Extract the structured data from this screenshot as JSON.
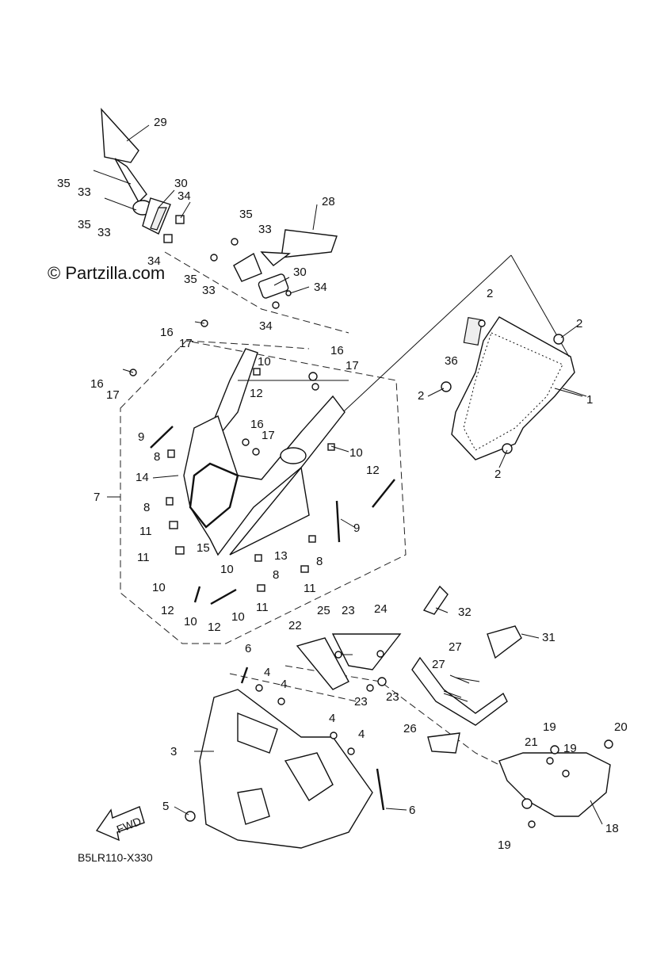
{
  "watermark": "© Partzilla.com",
  "diagram_code": "B5LR110-X330",
  "fwd_label": "FWD",
  "callouts": [
    {
      "id": "c29",
      "text": "29"
    },
    {
      "id": "c35a",
      "text": "35"
    },
    {
      "id": "c33a",
      "text": "33"
    },
    {
      "id": "c30a",
      "text": "30"
    },
    {
      "id": "c34a",
      "text": "34"
    },
    {
      "id": "c35b",
      "text": "35"
    },
    {
      "id": "c33b",
      "text": "33"
    },
    {
      "id": "c34b",
      "text": "34"
    },
    {
      "id": "c28",
      "text": "28"
    },
    {
      "id": "c35c",
      "text": "35"
    },
    {
      "id": "c33c",
      "text": "33"
    },
    {
      "id": "c35d",
      "text": "35"
    },
    {
      "id": "c33d",
      "text": "33"
    },
    {
      "id": "c30b",
      "text": "30"
    },
    {
      "id": "c34c",
      "text": "34"
    },
    {
      "id": "c34d",
      "text": "34"
    },
    {
      "id": "c2a",
      "text": "2"
    },
    {
      "id": "c2b",
      "text": "2"
    },
    {
      "id": "c36",
      "text": "36"
    },
    {
      "id": "c1",
      "text": "1"
    },
    {
      "id": "c2c",
      "text": "2"
    },
    {
      "id": "c2d",
      "text": "2"
    },
    {
      "id": "c16a",
      "text": "16"
    },
    {
      "id": "c17a",
      "text": "17"
    },
    {
      "id": "c10a",
      "text": "10"
    },
    {
      "id": "c16b",
      "text": "16"
    },
    {
      "id": "c17b",
      "text": "17"
    },
    {
      "id": "c12a",
      "text": "12"
    },
    {
      "id": "c16c",
      "text": "16"
    },
    {
      "id": "c17c",
      "text": "17"
    },
    {
      "id": "c16d",
      "text": "16"
    },
    {
      "id": "c17d",
      "text": "17"
    },
    {
      "id": "c10b",
      "text": "10"
    },
    {
      "id": "c9a",
      "text": "9"
    },
    {
      "id": "c8a",
      "text": "8"
    },
    {
      "id": "c14",
      "text": "14"
    },
    {
      "id": "c7",
      "text": "7"
    },
    {
      "id": "c8b",
      "text": "8"
    },
    {
      "id": "c11a",
      "text": "11"
    },
    {
      "id": "c15",
      "text": "15"
    },
    {
      "id": "c11b",
      "text": "11"
    },
    {
      "id": "c12b",
      "text": "12"
    },
    {
      "id": "c9b",
      "text": "9"
    },
    {
      "id": "c13",
      "text": "13"
    },
    {
      "id": "c8c",
      "text": "8"
    },
    {
      "id": "c8d",
      "text": "8"
    },
    {
      "id": "c10c",
      "text": "10"
    },
    {
      "id": "c10d",
      "text": "10"
    },
    {
      "id": "c11c",
      "text": "11"
    },
    {
      "id": "c11d",
      "text": "11"
    },
    {
      "id": "c12c",
      "text": "12"
    },
    {
      "id": "c10e",
      "text": "10"
    },
    {
      "id": "c12d",
      "text": "12"
    },
    {
      "id": "c10f",
      "text": "10"
    },
    {
      "id": "c32",
      "text": "32"
    },
    {
      "id": "c31",
      "text": "31"
    },
    {
      "id": "c25",
      "text": "25"
    },
    {
      "id": "c23a",
      "text": "23"
    },
    {
      "id": "c24",
      "text": "24"
    },
    {
      "id": "c22",
      "text": "22"
    },
    {
      "id": "c6a",
      "text": "6"
    },
    {
      "id": "c4a",
      "text": "4"
    },
    {
      "id": "c4b",
      "text": "4"
    },
    {
      "id": "c23b",
      "text": "23"
    },
    {
      "id": "c23c",
      "text": "23"
    },
    {
      "id": "c27a",
      "text": "27"
    },
    {
      "id": "c27b",
      "text": "27"
    },
    {
      "id": "c26",
      "text": "26"
    },
    {
      "id": "c19a",
      "text": "19"
    },
    {
      "id": "c20",
      "text": "20"
    },
    {
      "id": "c21",
      "text": "21"
    },
    {
      "id": "c19b",
      "text": "19"
    },
    {
      "id": "c3",
      "text": "3"
    },
    {
      "id": "c4c",
      "text": "4"
    },
    {
      "id": "c4d",
      "text": "4"
    },
    {
      "id": "c6b",
      "text": "6"
    },
    {
      "id": "c5",
      "text": "5"
    },
    {
      "id": "c18",
      "text": "18"
    },
    {
      "id": "c19c",
      "text": "19"
    }
  ]
}
